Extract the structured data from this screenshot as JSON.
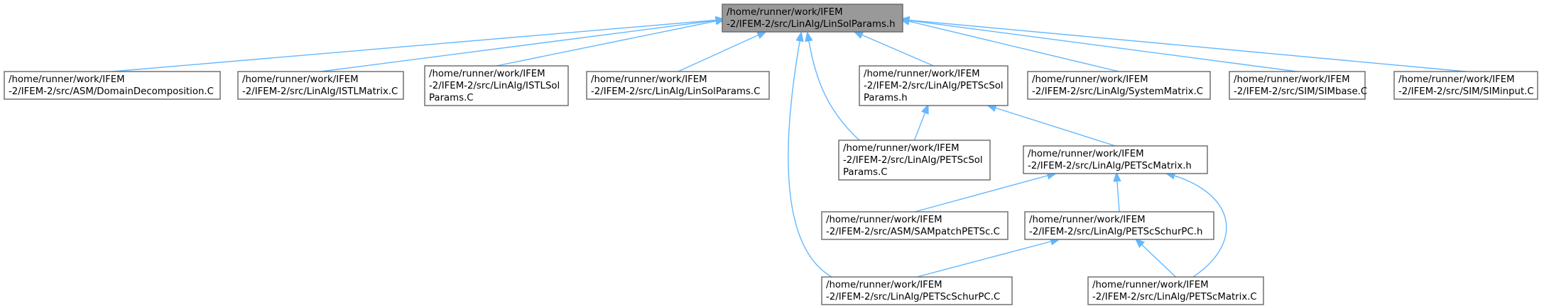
{
  "colors": {
    "edge": "#63b8ff",
    "node_border": "#666666",
    "root_fill": "#999999",
    "node_fill": "#ffffff"
  },
  "nodes": [
    {
      "id": "root",
      "lines": [
        "/home/runner/work/IFEM",
        "-2/IFEM-2/src/LinAlg/LinSolParams.h"
      ]
    },
    {
      "id": "domaindecomp",
      "lines": [
        "/home/runner/work/IFEM",
        "-2/IFEM-2/src/ASM/DomainDecomposition.C"
      ]
    },
    {
      "id": "istlmatrix",
      "lines": [
        "/home/runner/work/IFEM",
        "-2/IFEM-2/src/LinAlg/ISTLMatrix.C"
      ]
    },
    {
      "id": "istlsolparams",
      "lines": [
        "/home/runner/work/IFEM",
        "-2/IFEM-2/src/LinAlg/ISTLSol",
        "Params.C"
      ]
    },
    {
      "id": "linsolparams_c",
      "lines": [
        "/home/runner/work/IFEM",
        "-2/IFEM-2/src/LinAlg/LinSolParams.C"
      ]
    },
    {
      "id": "petscsolparams_h",
      "lines": [
        "/home/runner/work/IFEM",
        "-2/IFEM-2/src/LinAlg/PETScSol",
        "Params.h"
      ]
    },
    {
      "id": "systemmatrix",
      "lines": [
        "/home/runner/work/IFEM",
        "-2/IFEM-2/src/LinAlg/SystemMatrix.C"
      ]
    },
    {
      "id": "simbase",
      "lines": [
        "/home/runner/work/IFEM",
        "-2/IFEM-2/src/SIM/SIMbase.C"
      ]
    },
    {
      "id": "siminput",
      "lines": [
        "/home/runner/work/IFEM",
        "-2/IFEM-2/src/SIM/SIMinput.C"
      ]
    },
    {
      "id": "petscsolparams_c",
      "lines": [
        "/home/runner/work/IFEM",
        "-2/IFEM-2/src/LinAlg/PETScSol",
        "Params.C"
      ]
    },
    {
      "id": "petscmatrix_h",
      "lines": [
        "/home/runner/work/IFEM",
        "-2/IFEM-2/src/LinAlg/PETScMatrix.h"
      ]
    },
    {
      "id": "sampatchpetsc",
      "lines": [
        "/home/runner/work/IFEM",
        "-2/IFEM-2/src/ASM/SAMpatchPETSc.C"
      ]
    },
    {
      "id": "petscschurpc_h",
      "lines": [
        "/home/runner/work/IFEM",
        "-2/IFEM-2/src/LinAlg/PETScSchurPC.h"
      ]
    },
    {
      "id": "petscschurpc_c",
      "lines": [
        "/home/runner/work/IFEM",
        "-2/IFEM-2/src/LinAlg/PETScSchurPC.C"
      ]
    },
    {
      "id": "petscmatrix_c",
      "lines": [
        "/home/runner/work/IFEM",
        "-2/IFEM-2/src/LinAlg/PETScMatrix.C"
      ]
    }
  ],
  "edges": [
    {
      "from": "domaindecomp",
      "to": "root"
    },
    {
      "from": "istlmatrix",
      "to": "root"
    },
    {
      "from": "istlsolparams",
      "to": "root"
    },
    {
      "from": "linsolparams_c",
      "to": "root"
    },
    {
      "from": "petscsolparams_h",
      "to": "root"
    },
    {
      "from": "systemmatrix",
      "to": "root"
    },
    {
      "from": "simbase",
      "to": "root"
    },
    {
      "from": "siminput",
      "to": "root"
    },
    {
      "from": "petscsolparams_c",
      "to": "root"
    },
    {
      "from": "petscschurpc_c",
      "to": "root"
    },
    {
      "from": "petscsolparams_c",
      "to": "petscsolparams_h"
    },
    {
      "from": "petscmatrix_h",
      "to": "petscsolparams_h"
    },
    {
      "from": "sampatchpetsc",
      "to": "petscmatrix_h"
    },
    {
      "from": "petscschurpc_h",
      "to": "petscmatrix_h"
    },
    {
      "from": "petscmatrix_c",
      "to": "petscmatrix_h"
    },
    {
      "from": "petscschurpc_c",
      "to": "petscschurpc_h"
    },
    {
      "from": "petscmatrix_c",
      "to": "petscschurpc_h"
    }
  ]
}
